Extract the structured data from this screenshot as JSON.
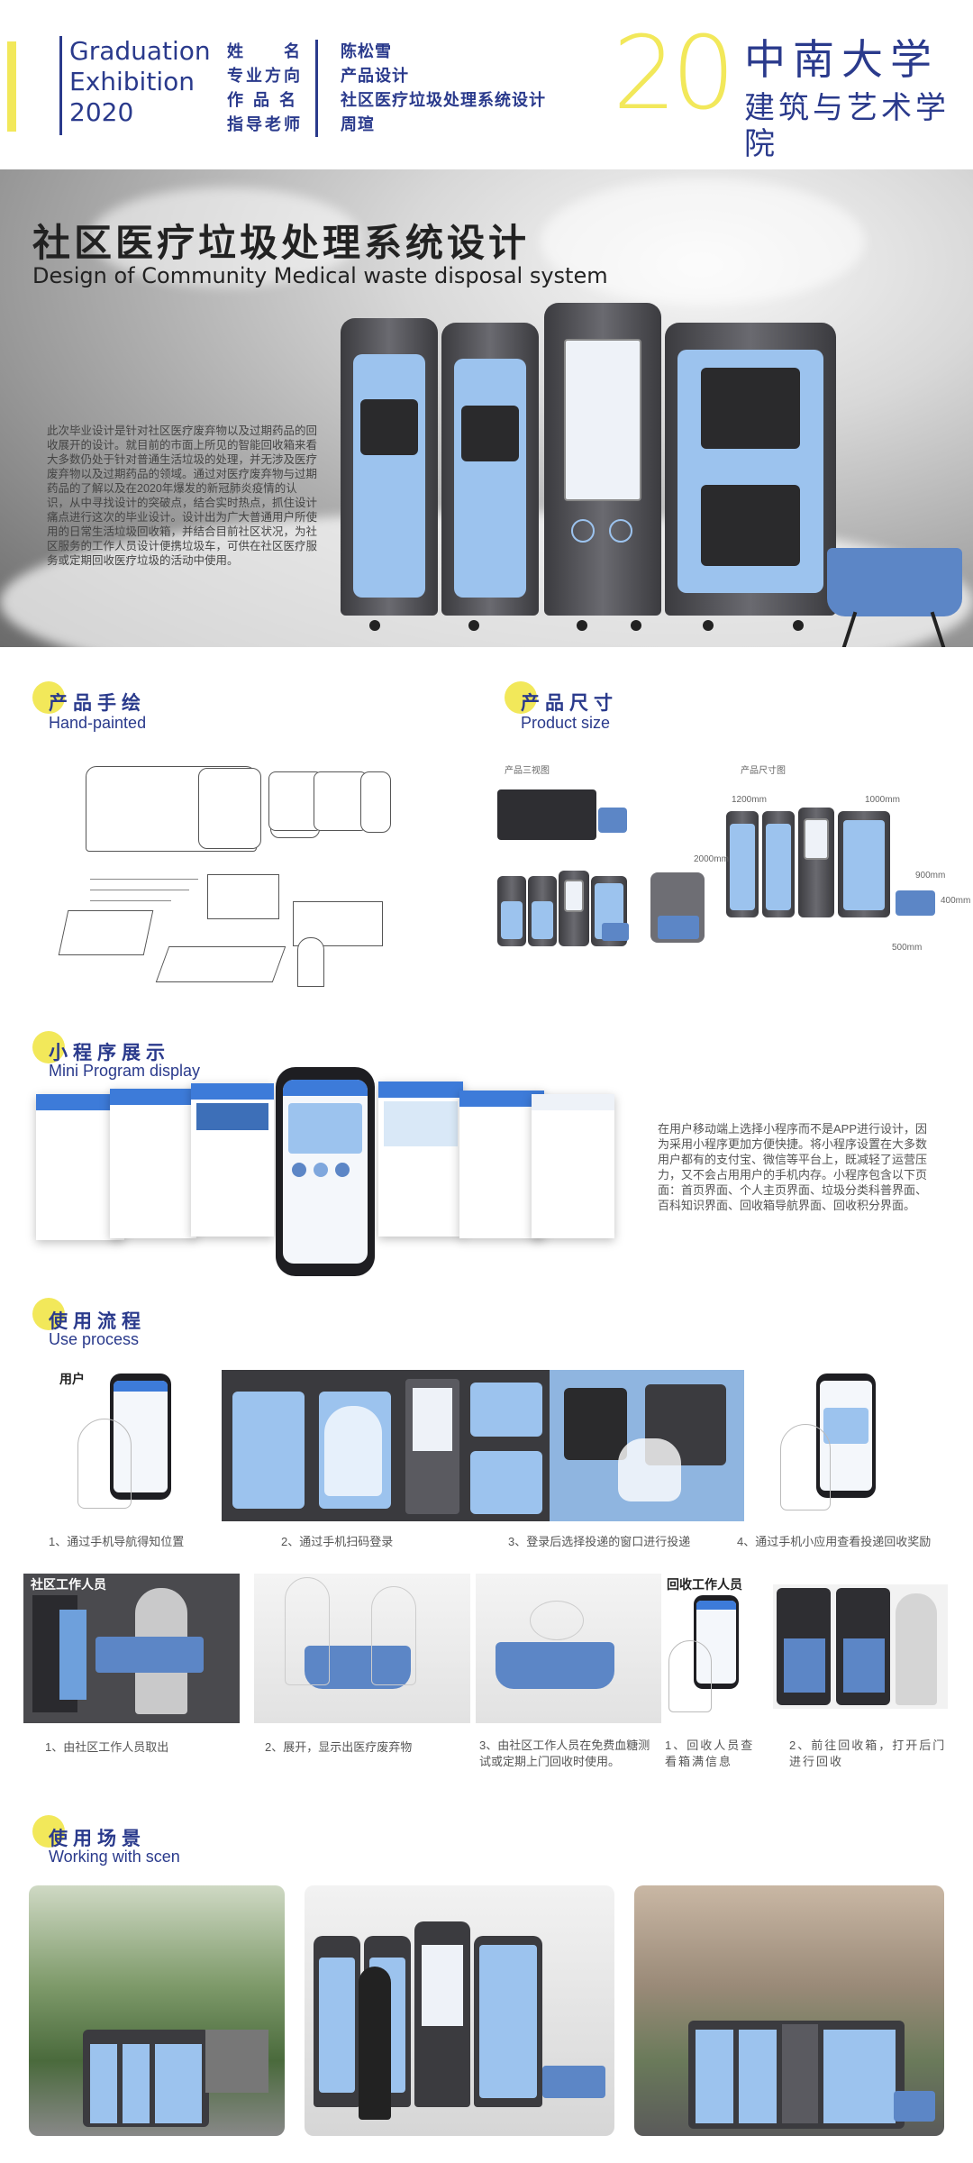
{
  "header": {
    "graduation": [
      "Graduation",
      "Exhibition",
      "2020"
    ],
    "info_labels": [
      "姓　　名",
      "专业方向",
      "作 品 名",
      "指导老师"
    ],
    "info_values": [
      "陈松雪",
      "产品设计",
      "社区医疗垃圾处理系统设计",
      "周瑄"
    ],
    "big_number": "20",
    "university": "中南大学",
    "college": "建筑与艺术学院"
  },
  "hero": {
    "title_cn": "社区医疗垃圾处理系统设计",
    "title_en": "Design of Community Medical waste disposal system",
    "description": "此次毕业设计是针对社区医疗废弃物以及过期药品的回收展开的设计。就目前的市面上所见的智能回收箱来看大多数仍处于针对普通生活垃圾的处理，并无涉及医疗废弃物以及过期药品的领域。通过对医疗废弃物与过期药品的了解以及在2020年爆发的新冠肺炎疫情的认识，从中寻找设计的突破点，结合实时热点，抓住设计痛点进行这次的毕业设计。设计出为广大普通用户所使用的日常生活垃圾回收箱，并结合目前社区状况，为社区服务的工作人员设计便携垃圾车，可供在社区医疗服务或定期回收医疗垃圾的活动中使用。"
  },
  "sections": {
    "hand_painted": {
      "cn": "产品手绘",
      "en": "Hand-painted"
    },
    "product_size": {
      "cn": "产品尺寸",
      "en": "Product size"
    },
    "mini_program": {
      "cn": "小程序展示",
      "en": "Mini Program display"
    },
    "use_process": {
      "cn": "使用流程",
      "en": "Use process"
    },
    "working_scene": {
      "cn": "使用场景",
      "en": "Working with scen"
    }
  },
  "product_size": {
    "three_view_label": "产品三视图",
    "dimension_label": "产品尺寸图",
    "dims": [
      "1200mm",
      "1000mm",
      "2000mm",
      "900mm",
      "400mm",
      "500mm"
    ]
  },
  "mini_program_text": "在用户移动端上选择小程序而不是APP进行设计，因为采用小程序更加方便快捷。将小程序设置在大多数用户都有的支付宝、微信等平台上，既减轻了运营压力，又不会占用用户的手机内存。小程序包含以下页面：首页界面、个人主页界面、垃圾分类科普界面、百科知识界面、回收箱导航界面、回收积分界面。",
  "process": {
    "user_label": "用户",
    "user_steps": [
      "1、通过手机导航得知位置",
      "2、通过手机扫码登录",
      "3、登录后选择投递的窗口进行投递",
      "4、通过手机小应用查看投递回收奖励"
    ],
    "community_label": "社区工作人员",
    "community_steps": [
      "1、由社区工作人员取出",
      "2、展开，显示出医疗废弃物",
      "3、由社区工作人员在免费血糖测试或定期上门回收时使用。"
    ],
    "recycler_label": "回收工作人员",
    "recycler_steps": [
      "1、回收人员查看箱满信息",
      "2、前往回收箱，打开后门进行回收"
    ]
  },
  "colors": {
    "accent_yellow": "#f2e85a",
    "brand_blue": "#2a3a8c",
    "bin_blue": "#9cc3ee",
    "bin_dark": "#3b3b3f"
  }
}
